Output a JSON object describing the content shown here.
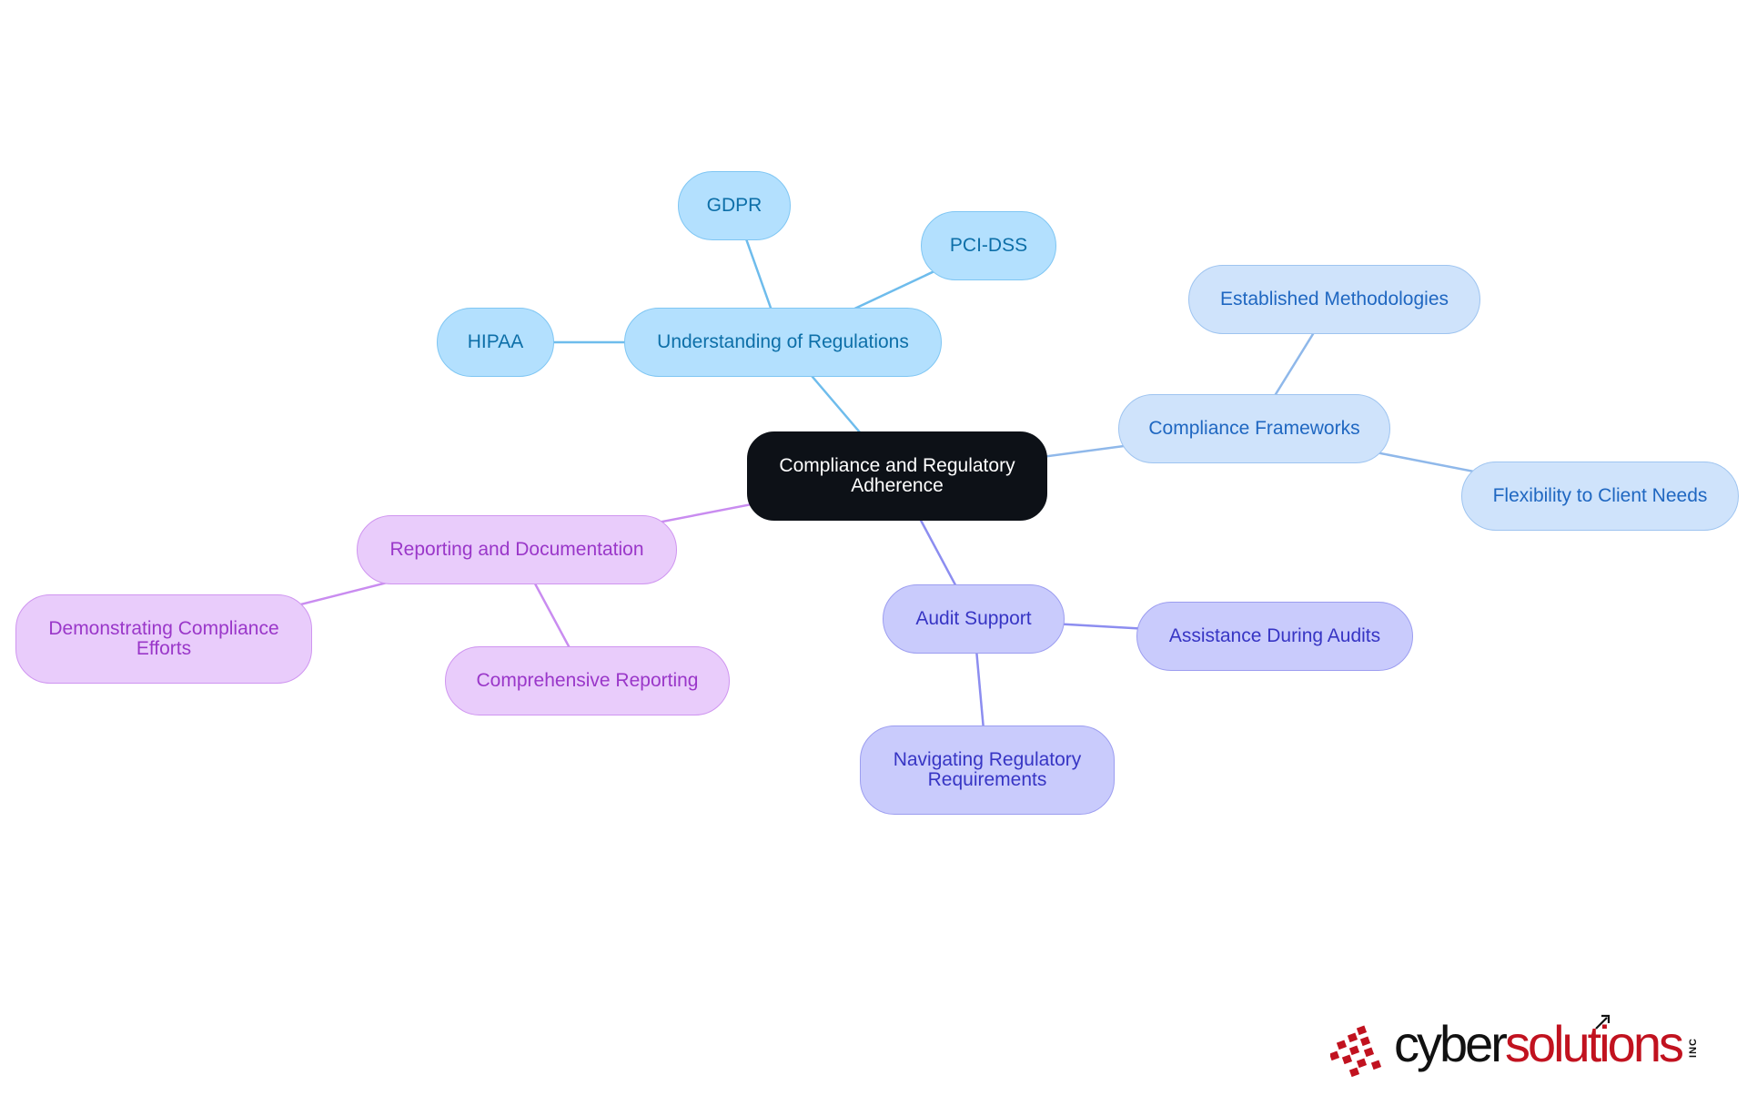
{
  "diagram": {
    "type": "mind-map",
    "root": {
      "id": "root",
      "lines": [
        "Compliance and Regulatory",
        "Adherence"
      ]
    },
    "nodes": [
      {
        "id": "regs",
        "lines": [
          "Understanding of Regulations"
        ],
        "branch": "sky"
      },
      {
        "id": "gdpr",
        "lines": [
          "GDPR"
        ],
        "branch": "sky"
      },
      {
        "id": "pcidss",
        "lines": [
          "PCI-DSS"
        ],
        "branch": "sky"
      },
      {
        "id": "hipaa",
        "lines": [
          "HIPAA"
        ],
        "branch": "sky"
      },
      {
        "id": "frameworks",
        "lines": [
          "Compliance Frameworks"
        ],
        "branch": "pale"
      },
      {
        "id": "methods",
        "lines": [
          "Established Methodologies"
        ],
        "branch": "pale"
      },
      {
        "id": "flex",
        "lines": [
          "Flexibility to Client Needs"
        ],
        "branch": "pale"
      },
      {
        "id": "audit",
        "lines": [
          "Audit Support"
        ],
        "branch": "lav"
      },
      {
        "id": "assist",
        "lines": [
          "Assistance During Audits"
        ],
        "branch": "lav"
      },
      {
        "id": "navigate",
        "lines": [
          "Navigating Regulatory",
          "Requirements"
        ],
        "branch": "lav"
      },
      {
        "id": "reporting",
        "lines": [
          "Reporting and Documentation"
        ],
        "branch": "pink"
      },
      {
        "id": "demo",
        "lines": [
          "Demonstrating Compliance",
          "Efforts"
        ],
        "branch": "pink"
      },
      {
        "id": "comprehensive",
        "lines": [
          "Comprehensive Reporting"
        ],
        "branch": "pink"
      }
    ],
    "edges": [
      {
        "from": "root",
        "to": "regs",
        "branch": "sky"
      },
      {
        "from": "regs",
        "to": "gdpr",
        "branch": "sky"
      },
      {
        "from": "regs",
        "to": "pcidss",
        "branch": "sky"
      },
      {
        "from": "regs",
        "to": "hipaa",
        "branch": "sky"
      },
      {
        "from": "root",
        "to": "frameworks",
        "branch": "pale"
      },
      {
        "from": "frameworks",
        "to": "methods",
        "branch": "pale"
      },
      {
        "from": "frameworks",
        "to": "flex",
        "branch": "pale"
      },
      {
        "from": "root",
        "to": "audit",
        "branch": "lav"
      },
      {
        "from": "audit",
        "to": "assist",
        "branch": "lav"
      },
      {
        "from": "audit",
        "to": "navigate",
        "branch": "lav"
      },
      {
        "from": "root",
        "to": "reporting",
        "branch": "pink"
      },
      {
        "from": "reporting",
        "to": "demo",
        "branch": "pink"
      },
      {
        "from": "reporting",
        "to": "comprehensive",
        "branch": "pink"
      }
    ],
    "colors": {
      "root_fill": "#0d1117",
      "sky_fill": "#b3e0fe",
      "sky_text": "#0d6fa8",
      "sky_line": "#6ebcec",
      "pale_fill": "#cfe3fb",
      "pale_text": "#1f67c1",
      "pale_line": "#8fb8ea",
      "lav_fill": "#c9cbfc",
      "lav_text": "#3735c4",
      "lav_line": "#8c8df0",
      "pink_fill": "#e9ccfb",
      "pink_text": "#9a37c9",
      "pink_line": "#c98cf0"
    }
  },
  "logo": {
    "cyber": "cyber",
    "solutions": "solutions",
    "inc": "INC"
  }
}
